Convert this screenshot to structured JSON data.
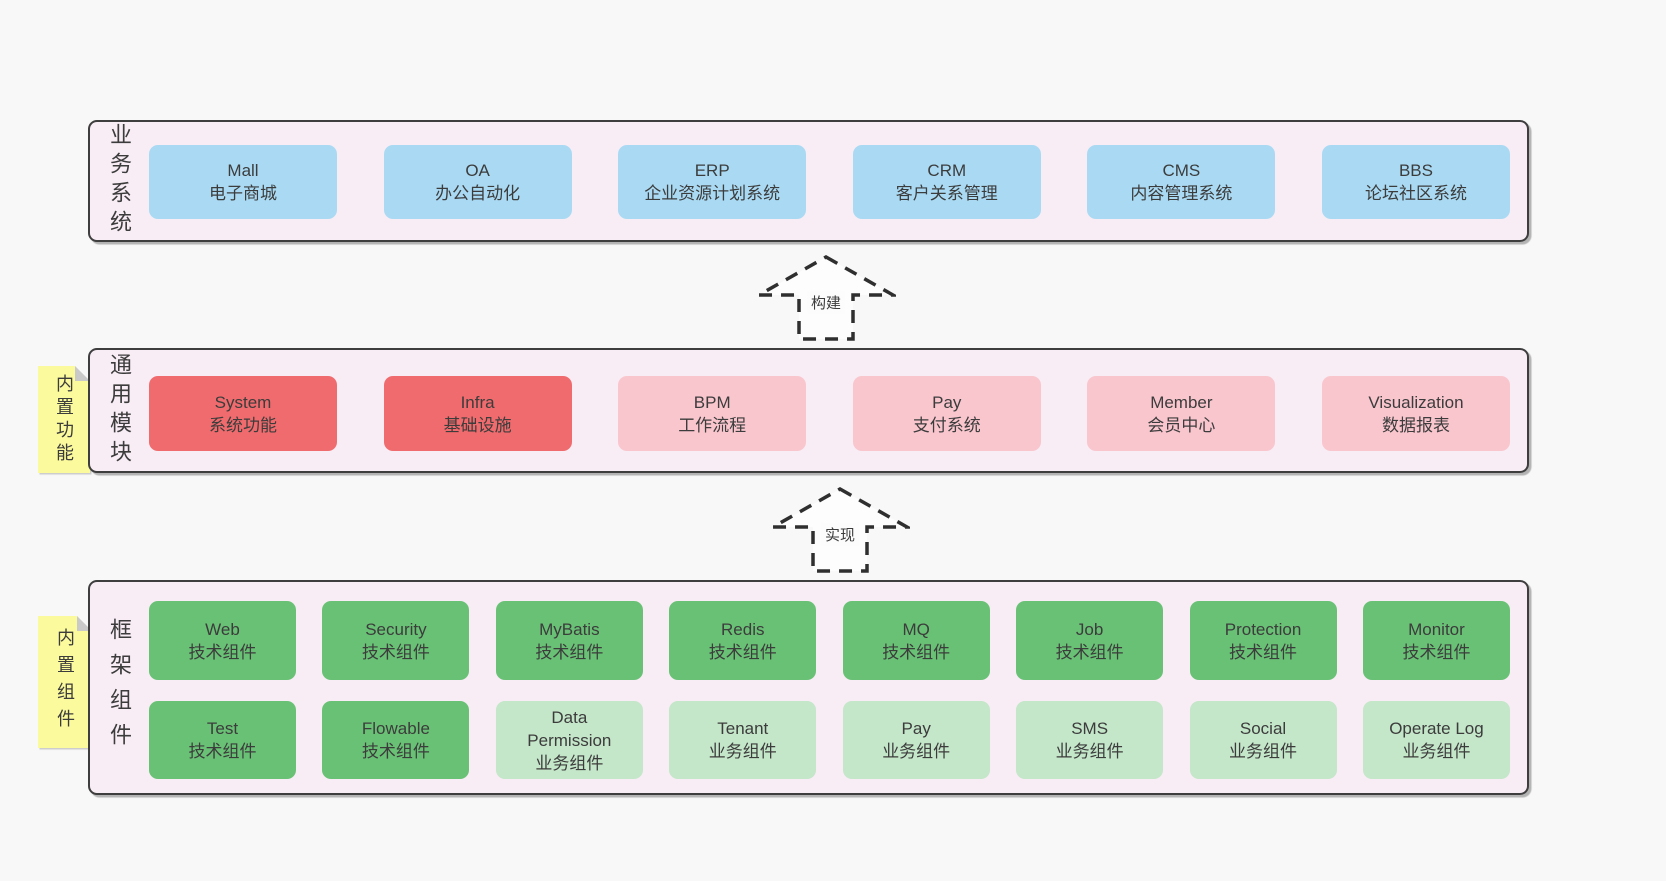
{
  "colors": {
    "page_bg": "#f8f8f8",
    "container_bg": "#f8edf5",
    "container_border": "#3e3e3e",
    "text": "#3c3c3c",
    "blue_box": "#aadaf3",
    "red_box": "#ef6b6d",
    "pink_box": "#f9c6ce",
    "green_box": "#69c175",
    "light_green_box": "#c4e6c9",
    "sticky_yellow": "#fbfa9d",
    "sticky_fold": "#c9c9c9"
  },
  "arrows": [
    {
      "label": "构建"
    },
    {
      "label": "实现"
    }
  ],
  "layers": [
    {
      "label": "业务系统",
      "boxes": [
        {
          "variant": "blue",
          "lines": [
            "Mall",
            "电子商城"
          ]
        },
        {
          "variant": "blue",
          "lines": [
            "OA",
            "办公自动化"
          ]
        },
        {
          "variant": "blue",
          "lines": [
            "ERP",
            "企业资源计划系统"
          ]
        },
        {
          "variant": "blue",
          "lines": [
            "CRM",
            "客户关系管理"
          ]
        },
        {
          "variant": "blue",
          "lines": [
            "CMS",
            "内容管理系统"
          ]
        },
        {
          "variant": "blue",
          "lines": [
            "BBS",
            "论坛社区系统"
          ]
        }
      ]
    },
    {
      "label": "通用模块",
      "sticky": "内置功能",
      "boxes": [
        {
          "variant": "red",
          "lines": [
            "System",
            "系统功能"
          ]
        },
        {
          "variant": "red",
          "lines": [
            "Infra",
            "基础设施"
          ]
        },
        {
          "variant": "pink",
          "lines": [
            "BPM",
            "工作流程"
          ]
        },
        {
          "variant": "pink",
          "lines": [
            "Pay",
            "支付系统"
          ]
        },
        {
          "variant": "pink",
          "lines": [
            "Member",
            "会员中心"
          ]
        },
        {
          "variant": "pink",
          "lines": [
            "Visualization",
            "数据报表"
          ]
        }
      ]
    },
    {
      "label": "框架组件",
      "sticky": "内置组件",
      "rows": [
        [
          {
            "variant": "green",
            "lines": [
              "Web",
              "技术组件"
            ]
          },
          {
            "variant": "green",
            "lines": [
              "Security",
              "技术组件"
            ]
          },
          {
            "variant": "green",
            "lines": [
              "MyBatis",
              "技术组件"
            ]
          },
          {
            "variant": "green",
            "lines": [
              "Redis",
              "技术组件"
            ]
          },
          {
            "variant": "green",
            "lines": [
              "MQ",
              "技术组件"
            ]
          },
          {
            "variant": "green",
            "lines": [
              "Job",
              "技术组件"
            ]
          },
          {
            "variant": "green",
            "lines": [
              "Protection",
              "技术组件"
            ]
          },
          {
            "variant": "green",
            "lines": [
              "Monitor",
              "技术组件"
            ]
          }
        ],
        [
          {
            "variant": "green",
            "lines": [
              "Test",
              "技术组件"
            ]
          },
          {
            "variant": "green",
            "lines": [
              "Flowable",
              "技术组件"
            ]
          },
          {
            "variant": "lightgreen",
            "lines": [
              "Data",
              "Permission",
              "业务组件"
            ]
          },
          {
            "variant": "lightgreen",
            "lines": [
              "Tenant",
              "业务组件"
            ]
          },
          {
            "variant": "lightgreen",
            "lines": [
              "Pay",
              "业务组件"
            ]
          },
          {
            "variant": "lightgreen",
            "lines": [
              "SMS",
              "业务组件"
            ]
          },
          {
            "variant": "lightgreen",
            "lines": [
              "Social",
              "业务组件"
            ]
          },
          {
            "variant": "lightgreen",
            "lines": [
              "Operate Log",
              "业务组件"
            ]
          }
        ]
      ]
    }
  ]
}
